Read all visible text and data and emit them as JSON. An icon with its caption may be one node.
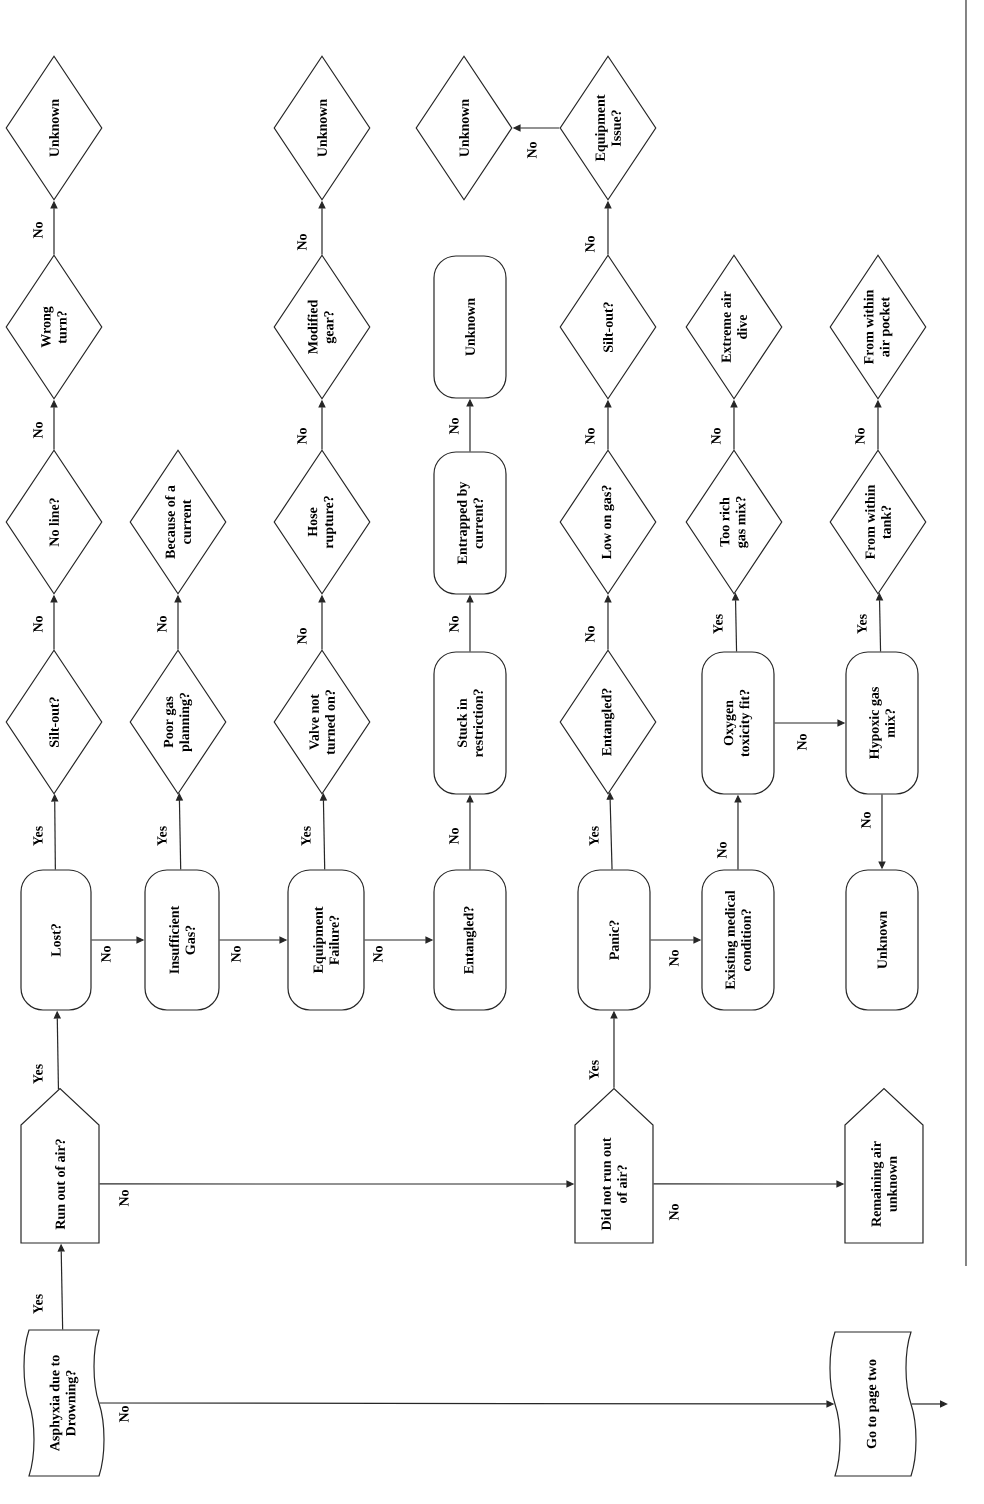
{
  "diagram": {
    "nodes": [
      {
        "text": [
          "Asphyxia due to Drowning?"
        ]
      },
      {
        "text": [
          "Run out of air?"
        ]
      },
      {
        "text": [
          "Did not run out of air?"
        ]
      },
      {
        "text": [
          "Remaining air unknown"
        ]
      },
      {
        "text": [
          "Go to page two"
        ]
      },
      {
        "text": [
          "Lost?"
        ]
      },
      {
        "text": [
          "Insufficient Gas?"
        ]
      },
      {
        "text": [
          "Equipment Failure?"
        ]
      },
      {
        "text": [
          "Entangled?"
        ]
      },
      {
        "text": [
          "Panic?"
        ]
      },
      {
        "text": [
          "Existing medical condition?"
        ]
      },
      {
        "text": [
          "Unknown"
        ]
      },
      {
        "text": [
          "Silt-out?"
        ]
      },
      {
        "text": [
          "Poor gas planning?"
        ]
      },
      {
        "text": [
          "Valve not turned on?"
        ]
      },
      {
        "text": [
          "Stuck in restriction?"
        ]
      },
      {
        "text": [
          "Entangled?"
        ]
      },
      {
        "text": [
          "Oxygen toxicity fit?"
        ]
      },
      {
        "text": [
          "Hypoxic gas mix?"
        ]
      },
      {
        "text": [
          "No line?"
        ]
      },
      {
        "text": [
          "Because of a current"
        ]
      },
      {
        "text": [
          "Hose rupture?"
        ]
      },
      {
        "text": [
          "Entrapped by current?"
        ]
      },
      {
        "text": [
          "Low on gas?"
        ]
      },
      {
        "text": [
          "Too rich gas mix?"
        ]
      },
      {
        "text": [
          "From within tank?"
        ]
      },
      {
        "text": [
          "Wrong turn?"
        ]
      },
      {
        "text": [
          "Modified gear?"
        ]
      },
      {
        "text": [
          "Unknown"
        ]
      },
      {
        "text": [
          "Silt-out?"
        ]
      },
      {
        "text": [
          "Extreme air dive"
        ]
      },
      {
        "text": [
          "From within air pocket"
        ]
      },
      {
        "text": [
          "Unknown"
        ]
      },
      {
        "text": [
          "Unknown"
        ]
      },
      {
        "text": [
          "Unknown"
        ]
      },
      {
        "text": [
          "Equipment Issue?"
        ]
      }
    ],
    "edges": [
      {
        "from": 0,
        "to": 1,
        "arrow": "to",
        "label": "Yes"
      },
      {
        "from": 0,
        "to": 4,
        "arrow": "to",
        "label": "No"
      },
      {
        "from": 4,
        "to": null,
        "arrow": "to"
      },
      {
        "from": 1,
        "to": 5,
        "arrow": "to",
        "label": "Yes"
      },
      {
        "from": 1,
        "to": 2,
        "arrow": "to",
        "label": "No"
      },
      {
        "from": 2,
        "to": 9,
        "arrow": "to",
        "label": "Yes"
      },
      {
        "from": 2,
        "to": 3,
        "arrow": "to",
        "label": "No"
      },
      {
        "from": 5,
        "to": 12,
        "arrow": "to",
        "label": "Yes"
      },
      {
        "from": 5,
        "to": 6,
        "arrow": "to",
        "label": "No"
      },
      {
        "from": 6,
        "to": 13,
        "arrow": "to",
        "label": "Yes"
      },
      {
        "from": 6,
        "to": 7,
        "arrow": "to",
        "label": "No"
      },
      {
        "from": 7,
        "to": 14,
        "arrow": "to",
        "label": "Yes"
      },
      {
        "from": 7,
        "to": 8,
        "arrow": "to",
        "label": "No"
      },
      {
        "from": 8,
        "to": 15,
        "arrow": "to",
        "label": "No"
      },
      {
        "from": 9,
        "to": 16,
        "arrow": "to",
        "label": "Yes"
      },
      {
        "from": 9,
        "to": 10,
        "arrow": "to",
        "label": "No"
      },
      {
        "from": 10,
        "to": 17,
        "arrow": "to",
        "label": "No"
      },
      {
        "from": 17,
        "to": 24,
        "arrow": "to",
        "label": "Yes"
      },
      {
        "from": 17,
        "to": 18,
        "arrow": "to",
        "label": "No"
      },
      {
        "from": 18,
        "to": 25,
        "arrow": "to",
        "label": "Yes"
      },
      {
        "from": 18,
        "to": 11,
        "arrow": "to",
        "label": "No"
      },
      {
        "from": 12,
        "to": 19,
        "arrow": "to",
        "label": "No"
      },
      {
        "from": 13,
        "to": 20,
        "arrow": "to",
        "label": "No"
      },
      {
        "from": 14,
        "to": 21,
        "arrow": "to",
        "label": "No"
      },
      {
        "from": 15,
        "to": 22,
        "arrow": "to",
        "label": "No"
      },
      {
        "from": 16,
        "to": 23,
        "arrow": "to",
        "label": "No"
      },
      {
        "from": 19,
        "to": 26,
        "arrow": "to",
        "label": "No"
      },
      {
        "from": 21,
        "to": 27,
        "arrow": "to",
        "label": "No"
      },
      {
        "from": 22,
        "to": 28,
        "arrow": "to",
        "label": "No"
      },
      {
        "from": 23,
        "to": 29,
        "arrow": "to",
        "label": "No"
      },
      {
        "from": 24,
        "to": 30,
        "arrow": "to",
        "label": "No"
      },
      {
        "from": 25,
        "to": 31,
        "arrow": "to",
        "label": "No"
      },
      {
        "from": 26,
        "to": 32,
        "arrow": "to",
        "label": "No"
      },
      {
        "from": 27,
        "to": 33,
        "arrow": "to",
        "label": "No"
      },
      {
        "from": 29,
        "to": 35,
        "arrow": "to",
        "label": "No"
      },
      {
        "from": 35,
        "to": 34,
        "arrow": "to",
        "label": "No"
      }
    ]
  }
}
